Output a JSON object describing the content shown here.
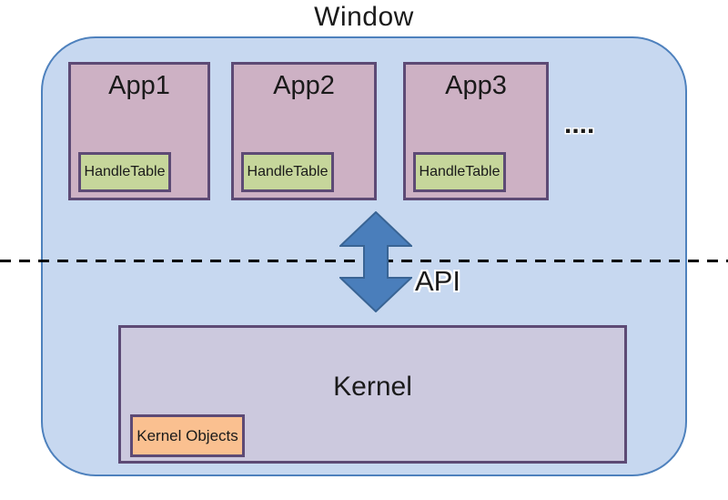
{
  "diagram": {
    "title": "Window",
    "apps": [
      {
        "label": "App1",
        "handle_table_label": "HandleTable"
      },
      {
        "label": "App2",
        "handle_table_label": "HandleTable"
      },
      {
        "label": "App3",
        "handle_table_label": "HandleTable"
      }
    ],
    "ellipsis": "....",
    "api_label": "API",
    "kernel": {
      "label": "Kernel",
      "objects_label": "Kernel Objects"
    },
    "colors": {
      "window_fill": "#C7D8F0",
      "window_border": "#4E81BD",
      "app_fill": "#CDB1C4",
      "box_border": "#5D4A75",
      "handle_fill": "#C6D69B",
      "kernel_fill": "#CCC9DE",
      "kernel_objects_fill": "#FAC090",
      "arrow_fill": "#4A7EBB",
      "arrow_border": "#396494",
      "dashed_line": "#000000"
    }
  }
}
